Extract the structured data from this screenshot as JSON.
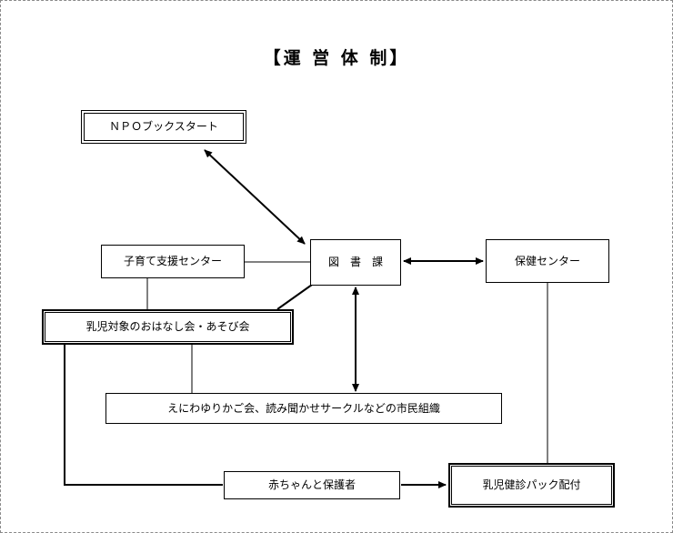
{
  "title": "【運 営 体 制】",
  "nodes": {
    "npo": {
      "label": "ＮＰＯブックスタート"
    },
    "kosodate": {
      "label": "子育て支援センター"
    },
    "tosho": {
      "label": "図　書　課"
    },
    "hoken": {
      "label": "保健センター"
    },
    "ohanashi": {
      "label": "乳児対象のおはなし会・あそび会"
    },
    "shimin": {
      "label": "えにわゆりかご会、読み聞かせサークルなどの市民組織"
    },
    "akachan": {
      "label": "赤ちゃんと保護者"
    },
    "kenshin": {
      "label": "乳児健診パック配付"
    }
  },
  "colors": {
    "line": "#000000",
    "background": "#ffffff"
  }
}
